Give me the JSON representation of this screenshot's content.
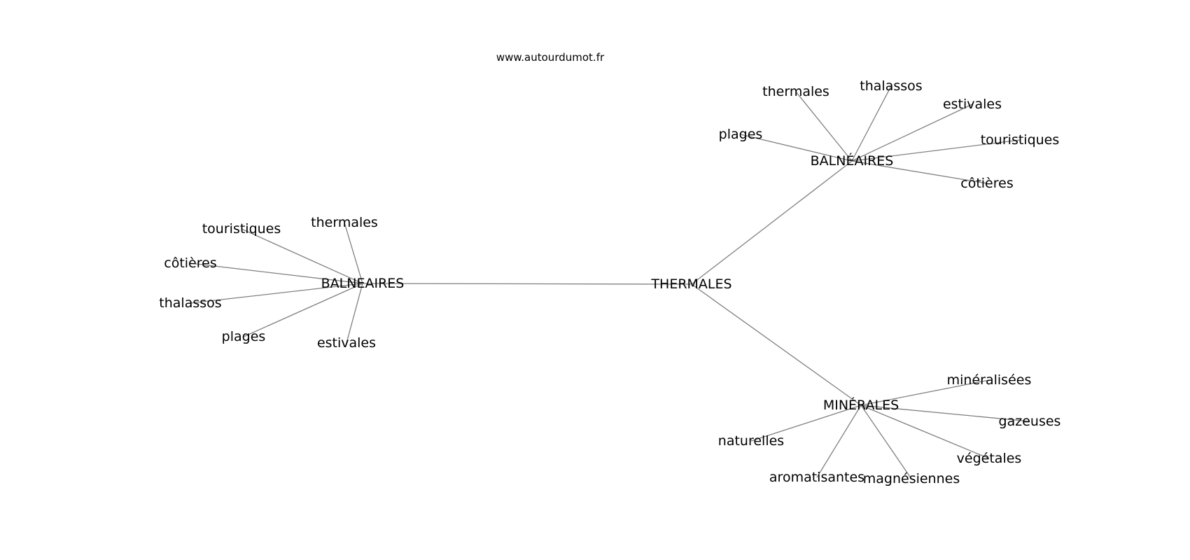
{
  "source": "www.autourdumot.fr",
  "colors": {
    "edge": "#808080",
    "text": "#000000",
    "background": "#ffffff"
  },
  "graph": {
    "nodes": [
      {
        "id": "thermales_center",
        "label": "THERMALES"
      },
      {
        "id": "balneaires_left",
        "label": "BALNEAIRES"
      },
      {
        "id": "balneaires_top",
        "label": "BALNÉAIRES"
      },
      {
        "id": "minerales",
        "label": "MINÉRALES"
      },
      {
        "id": "l_touristiques",
        "label": "touristiques"
      },
      {
        "id": "l_thermales",
        "label": "thermales"
      },
      {
        "id": "l_cotieres",
        "label": "côtières"
      },
      {
        "id": "l_thalassos",
        "label": "thalassos"
      },
      {
        "id": "l_plages",
        "label": "plages"
      },
      {
        "id": "l_estivales",
        "label": "estivales"
      },
      {
        "id": "t_thermales",
        "label": "thermales"
      },
      {
        "id": "t_thalassos",
        "label": "thalassos"
      },
      {
        "id": "t_estivales",
        "label": "estivales"
      },
      {
        "id": "t_plages",
        "label": "plages"
      },
      {
        "id": "t_touristiques",
        "label": "touristiques"
      },
      {
        "id": "t_cotieres",
        "label": "côtières"
      },
      {
        "id": "m_mineralisees",
        "label": "minéralisées"
      },
      {
        "id": "m_gazeuses",
        "label": "gazeuses"
      },
      {
        "id": "m_naturelles",
        "label": "naturelles"
      },
      {
        "id": "m_vegetales",
        "label": "végétales"
      },
      {
        "id": "m_aromatisantes",
        "label": "aromatisantes"
      },
      {
        "id": "m_magnesiennes",
        "label": "magnésiennes"
      }
    ],
    "edges": [
      [
        "thermales_center",
        "balneaires_left"
      ],
      [
        "thermales_center",
        "balneaires_top"
      ],
      [
        "thermales_center",
        "minerales"
      ],
      [
        "balneaires_left",
        "l_touristiques"
      ],
      [
        "balneaires_left",
        "l_thermales"
      ],
      [
        "balneaires_left",
        "l_cotieres"
      ],
      [
        "balneaires_left",
        "l_thalassos"
      ],
      [
        "balneaires_left",
        "l_plages"
      ],
      [
        "balneaires_left",
        "l_estivales"
      ],
      [
        "balneaires_top",
        "t_thermales"
      ],
      [
        "balneaires_top",
        "t_thalassos"
      ],
      [
        "balneaires_top",
        "t_estivales"
      ],
      [
        "balneaires_top",
        "t_plages"
      ],
      [
        "balneaires_top",
        "t_touristiques"
      ],
      [
        "balneaires_top",
        "t_cotieres"
      ],
      [
        "minerales",
        "m_mineralisees"
      ],
      [
        "minerales",
        "m_gazeuses"
      ],
      [
        "minerales",
        "m_naturelles"
      ],
      [
        "minerales",
        "m_vegetales"
      ],
      [
        "minerales",
        "m_aromatisantes"
      ],
      [
        "minerales",
        "m_magnesiennes"
      ]
    ]
  }
}
